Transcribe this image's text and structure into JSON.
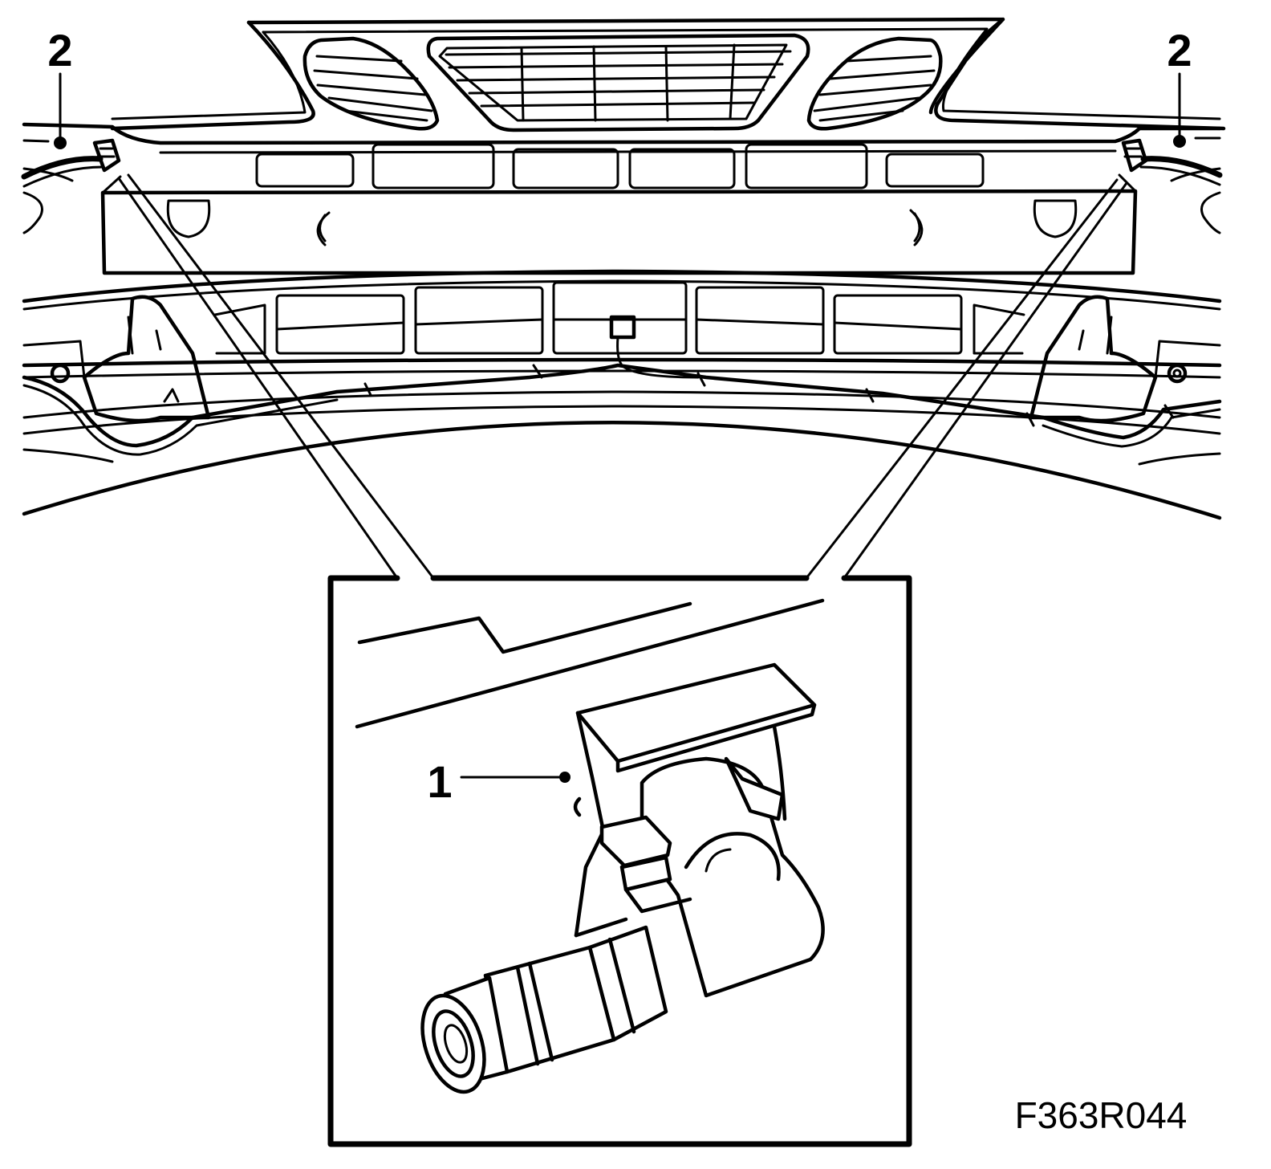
{
  "callouts": {
    "left_top": "2",
    "right_top": "2",
    "detail": "1"
  },
  "figure_code": "F363R044"
}
